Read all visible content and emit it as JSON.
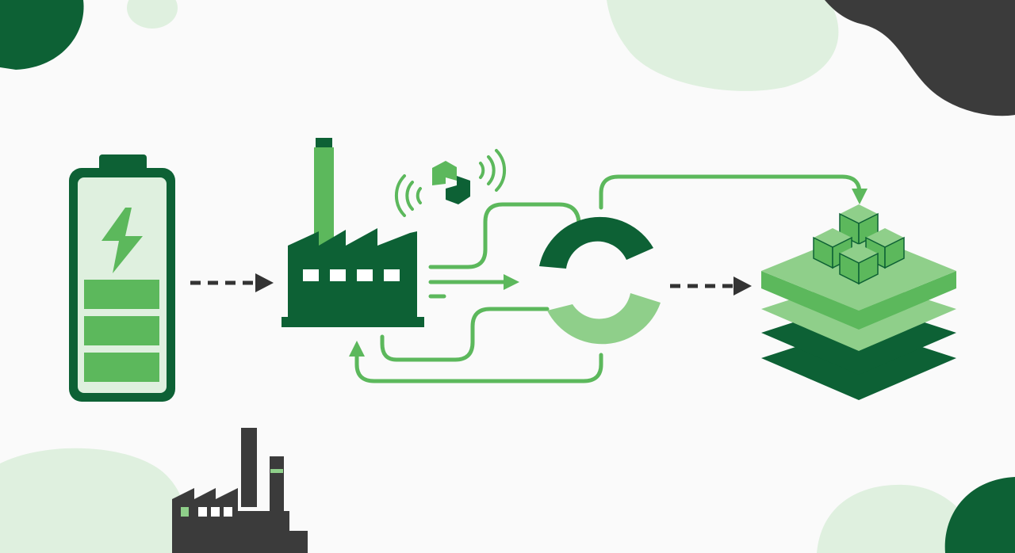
{
  "diagram": {
    "type": "process-flow",
    "text_labels": [],
    "stages": [
      {
        "id": "battery",
        "icon": "battery-charging-icon",
        "charge_level_segments": 3
      },
      {
        "id": "factory",
        "icon": "factory-icon"
      },
      {
        "id": "recycle",
        "icon": "recycle-ring-icon"
      },
      {
        "id": "materials",
        "icon": "stacked-layers-cubes-icon"
      }
    ],
    "connectors": [
      {
        "from": "battery",
        "to": "factory",
        "style": "dashed-arrow"
      },
      {
        "from": "factory",
        "to": "recycle",
        "style": "solid-arrow"
      },
      {
        "from": "recycle",
        "to": "factory",
        "style": "return-loop-arrow"
      },
      {
        "from": "recycle",
        "to": "materials",
        "style": "dashed-arrow"
      },
      {
        "from": "recycle",
        "to": "materials",
        "style": "top-loop-arrow"
      }
    ],
    "extra_icons": [
      "signal-waves-icon",
      "connector-logo-icon",
      "background-factory-icon"
    ]
  },
  "colors": {
    "dark_green": "#0d6135",
    "mid_green": "#5cb85c",
    "light_green": "#8fcf8a",
    "pale_green": "#dff0df",
    "dark_gray": "#3b3b3b",
    "arrow_gray": "#333333",
    "background": "#fafafa"
  }
}
